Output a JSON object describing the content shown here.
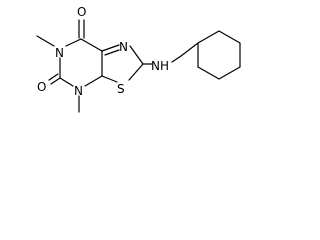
{
  "molecule": {
    "atom_labels": {
      "o_top": "O",
      "o_bottom": "O",
      "n1": "N",
      "n3": "N",
      "n_thiazole": "N",
      "s_thiazole": "S",
      "nh": "NH"
    }
  }
}
